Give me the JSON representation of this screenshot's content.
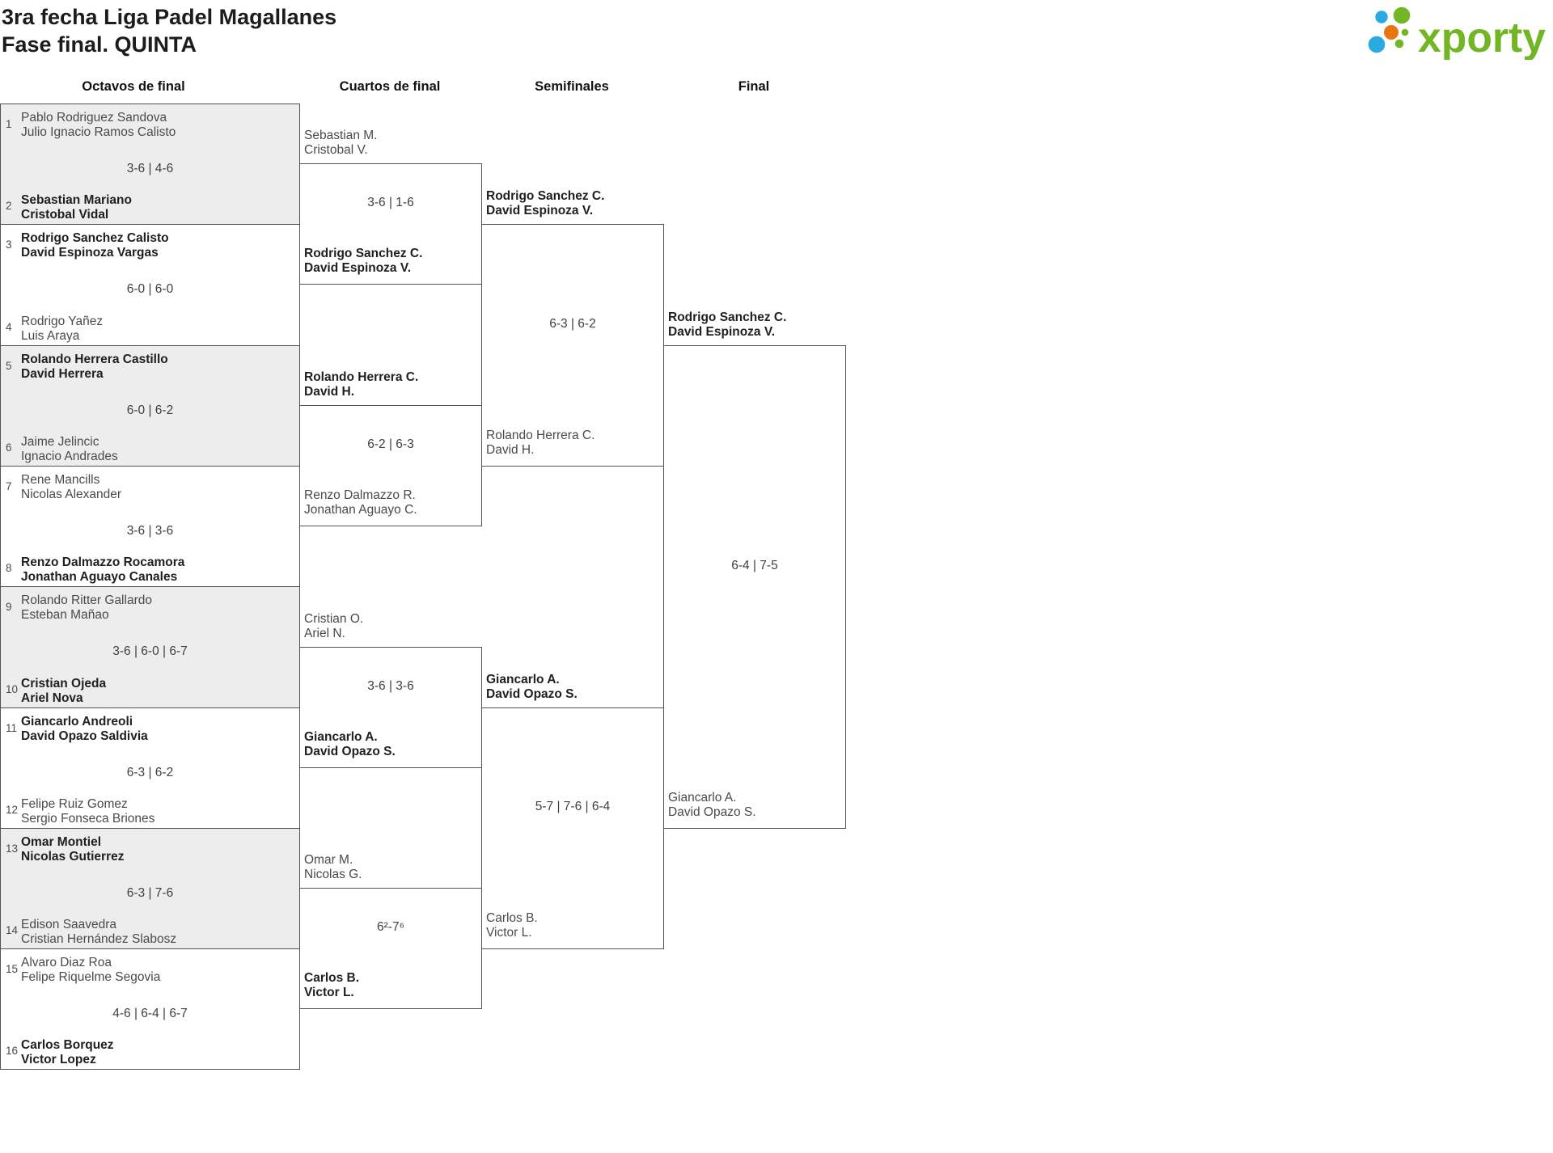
{
  "title": {
    "line1": "3ra fecha Liga Padel Magallanes",
    "line2": "Fase final. QUINTA"
  },
  "logo": {
    "text": "xporty",
    "colors": {
      "green": "#72b626",
      "blue": "#29abe2",
      "orange": "#e87511"
    }
  },
  "round_headers": [
    "Octavos de final",
    "Cuartos de final",
    "Semifinales",
    "Final"
  ],
  "octavos": [
    {
      "seed1": "1",
      "team1": [
        "Pablo Rodriguez Sandova",
        "Julio Ignacio Ramos Calisto"
      ],
      "score": "3-6 | 4-6",
      "seed2": "2",
      "team2": [
        "Sebastian Mariano",
        "Cristobal Vidal"
      ],
      "winner": 2
    },
    {
      "seed1": "3",
      "team1": [
        "Rodrigo Sanchez Calisto",
        "David Espinoza Vargas"
      ],
      "score": "6-0 | 6-0",
      "seed2": "4",
      "team2": [
        "Rodrigo Yañez",
        "Luis Araya"
      ],
      "winner": 1
    },
    {
      "seed1": "5",
      "team1": [
        "Rolando Herrera Castillo",
        "David Herrera"
      ],
      "score": "6-0 | 6-2",
      "seed2": "6",
      "team2": [
        "Jaime Jelincic",
        "Ignacio Andrades"
      ],
      "winner": 1
    },
    {
      "seed1": "7",
      "team1": [
        "Rene Mancills",
        "Nicolas Alexander"
      ],
      "score": "3-6 | 3-6",
      "seed2": "8",
      "team2": [
        "Renzo Dalmazzo Rocamora",
        "Jonathan Aguayo Canales"
      ],
      "winner": 2
    },
    {
      "seed1": "9",
      "team1": [
        "Rolando Ritter Gallardo",
        "Esteban Mañao"
      ],
      "score": "3-6 | 6-0 | 6-7",
      "seed2": "10",
      "team2": [
        "Cristian Ojeda",
        "Ariel Nova"
      ],
      "winner": 2
    },
    {
      "seed1": "11",
      "team1": [
        "Giancarlo Andreoli",
        "David Opazo Saldivia"
      ],
      "score": "6-3 | 6-2",
      "seed2": "12",
      "team2": [
        "Felipe Ruiz Gomez",
        "Sergio Fonseca Briones"
      ],
      "winner": 1
    },
    {
      "seed1": "13",
      "team1": [
        "Omar Montiel",
        "Nicolas Gutierrez"
      ],
      "score": "6-3 | 7-6",
      "seed2": "14",
      "team2": [
        "Edison Saavedra",
        "Cristian Hernández Slabosz"
      ],
      "winner": 1
    },
    {
      "seed1": "15",
      "team1": [
        "Alvaro Diaz Roa",
        "Felipe Riquelme Segovia"
      ],
      "score": "4-6 | 6-4 | 6-7",
      "seed2": "16",
      "team2": [
        "Carlos Borquez",
        "Victor Lopez"
      ],
      "winner": 2
    }
  ],
  "cuartos": [
    {
      "team1": [
        "Sebastian M.",
        "Cristobal V."
      ],
      "score": "3-6 | 1-6",
      "team2": [
        "Rodrigo Sanchez C.",
        "David Espinoza V."
      ],
      "winner": 2
    },
    {
      "team1": [
        "Rolando Herrera C.",
        "David H."
      ],
      "score": "6-2 | 6-3",
      "team2": [
        "Renzo Dalmazzo R.",
        "Jonathan Aguayo C."
      ],
      "winner": 1
    },
    {
      "team1": [
        "Cristian O.",
        "Ariel N."
      ],
      "score": "3-6 | 3-6",
      "team2": [
        "Giancarlo A.",
        "David Opazo S."
      ],
      "winner": 2
    },
    {
      "team1": [
        "Omar M.",
        "Nicolas G."
      ],
      "score": "6²-7⁶",
      "team2": [
        "Carlos B.",
        "Victor L."
      ],
      "winner": 2
    }
  ],
  "semifinales": [
    {
      "team1": [
        "Rodrigo Sanchez C.",
        "David Espinoza V."
      ],
      "score": "6-3 | 6-2",
      "team2": [
        "Rolando Herrera C.",
        "David H."
      ],
      "winner": 1
    },
    {
      "team1": [
        "Giancarlo A.",
        "David Opazo S."
      ],
      "score": "5-7 | 7-6 | 6-4",
      "team2": [
        "Carlos B.",
        "Victor L."
      ],
      "winner": 1
    }
  ],
  "final": {
    "team1": [
      "Rodrigo Sanchez C.",
      "David Espinoza V."
    ],
    "score": "6-4 | 7-5",
    "team2": [
      "Giancarlo A.",
      "David Opazo S."
    ],
    "winner": 1
  }
}
